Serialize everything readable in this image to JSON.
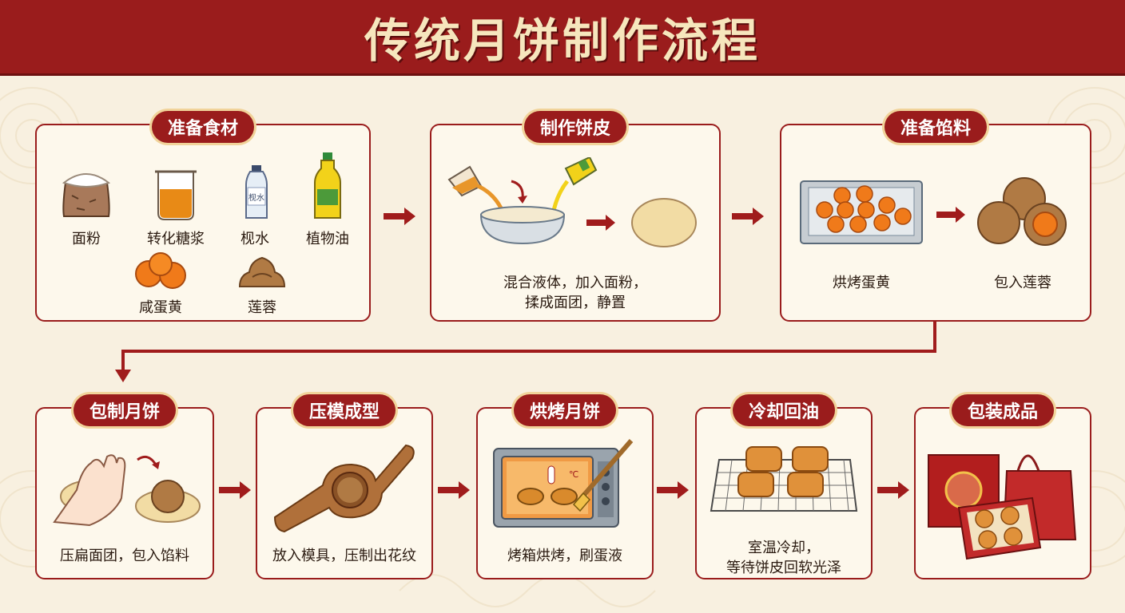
{
  "title": "传统月饼制作流程",
  "steps": [
    {
      "title": "准备食材",
      "ingredients": [
        "面粉",
        "转化糖浆",
        "枧水",
        "植物油",
        "咸蛋黄",
        "莲蓉"
      ],
      "jar_text": "枧水"
    },
    {
      "title": "制作饼皮",
      "caption_line1": "混合液体，加入面粉，",
      "caption_line2": "揉成面团，静置"
    },
    {
      "title": "准备馅料",
      "labels": [
        "烘烤蛋黄",
        "包入莲蓉"
      ]
    },
    {
      "title": "包制月饼",
      "caption": "压扁面团，包入馅料"
    },
    {
      "title": "压模成型",
      "caption": "放入模具，压制出花纹"
    },
    {
      "title": "烘烤月饼",
      "caption": "烤箱烘烤，刷蛋液",
      "thermo_text": "℃"
    },
    {
      "title": "冷却回油",
      "caption_line1": "室温冷却，",
      "caption_line2": "等待饼皮回软光泽"
    },
    {
      "title": "包装成品"
    }
  ],
  "colors": {
    "primary": "#9a1c1c",
    "background": "#f8f0e0",
    "card": "#fdf8ec",
    "badge_border": "#f1d39a"
  }
}
